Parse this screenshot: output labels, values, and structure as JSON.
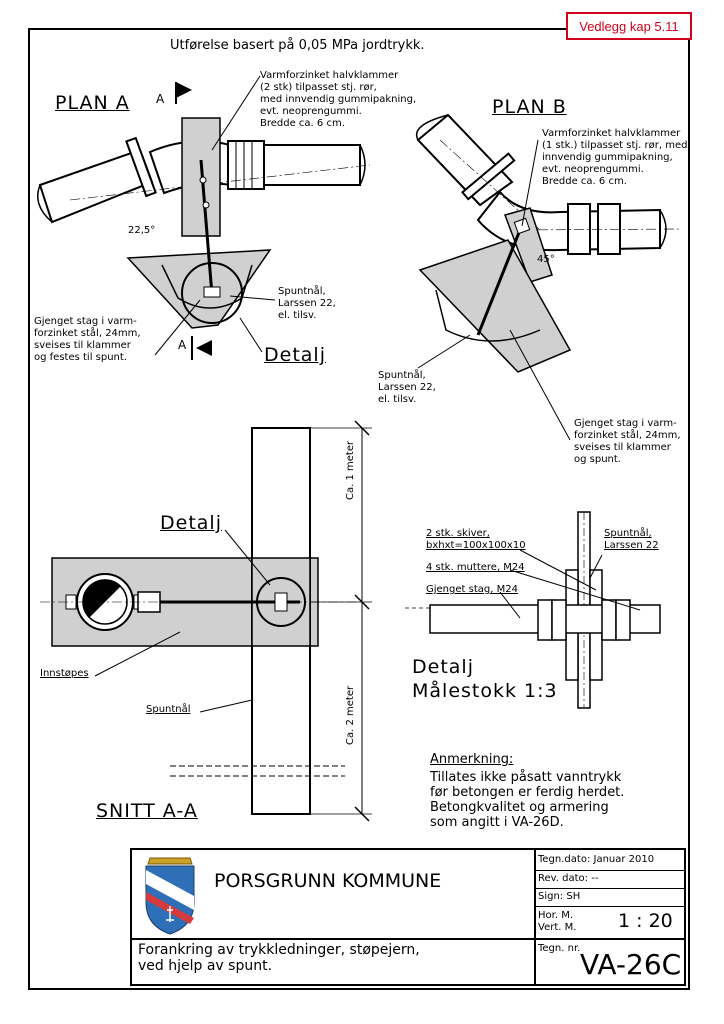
{
  "badge": "Vedlegg kap 5.11",
  "header_title": "Utførelse basert på 0,05 MPa jordtrykk.",
  "plan_a": {
    "title": "PLAN A",
    "section_marker": "A",
    "angle": "22,5°",
    "clamp_note": "Varmforzinket halvklammer\n(2 stk) tilpasset stj. rør,\nmed innvendig gummipakning,\nevt. neoprengummi.\nBredde ca. 6 cm.",
    "pile_note": "Spuntnål,\nLarssen 22,\nel. tilsv.",
    "rod_note": "Gjenget stag i varm-\nforzinket stål, 24mm,\nsveises til klammer\nog festes til spunt.",
    "detail_label": "Detalj"
  },
  "plan_b": {
    "title": "PLAN B",
    "angle": "45°",
    "clamp_note": "Varmforzinket halvklammer\n(1 stk.) tilpasset stj. rør, med\ninnvendig gummipakning,\nevt. neoprengummi.\nBredde ca. 6 cm.",
    "pile_note": "Spuntnål,\nLarssen 22,\nel. tilsv.",
    "rod_note": "Gjenget stag i varm-\nforzinket stål, 24mm,\nsveises til klammer\nog spunt."
  },
  "section": {
    "title": "SNITT A-A",
    "detail_label": "Detalj",
    "dim_top": "Ca. 1 meter",
    "dim_bottom": "Ca. 2 meter",
    "label_concrete": "Innstøpes",
    "label_pile": "Spuntnål"
  },
  "detail": {
    "title_line1": "Detalj",
    "title_line2": "Målestokk 1:3",
    "washers": "2 stk. skiver,\nbxhxt=100x100x10",
    "nuts": "4 stk. muttere, M24",
    "rod": "Gjenget stag, M24",
    "pile": "Spuntnål,\nLarssen 22"
  },
  "remark": {
    "heading": "Anmerkning:",
    "body": "Tillates ikke påsatt vanntrykk\nfør betongen er ferdig herdet.\nBetongkvalitet og armering\nsom angitt i VA-26D."
  },
  "title_block": {
    "organization": "PORSGRUNN KOMMUNE",
    "drawing_title": "Forankring av trykkledninger, støpejern,\nved hjelp av spunt.",
    "date_label": "Tegn.dato: Januar 2010",
    "rev_label": "Rev. dato: --",
    "sign_label": "Sign: SH",
    "scale_hor": "Hor.  M.",
    "scale_vert": "Vert.  M.",
    "scale_value": "1 : 20",
    "drawing_no_label": "Tegn. nr.",
    "drawing_no": "VA-26C"
  },
  "colors": {
    "fill_gray": "#d0d0d0",
    "badge_red": "#d0021b",
    "crest_blue": "#2f6fb8",
    "crest_red": "#d63a3a"
  }
}
